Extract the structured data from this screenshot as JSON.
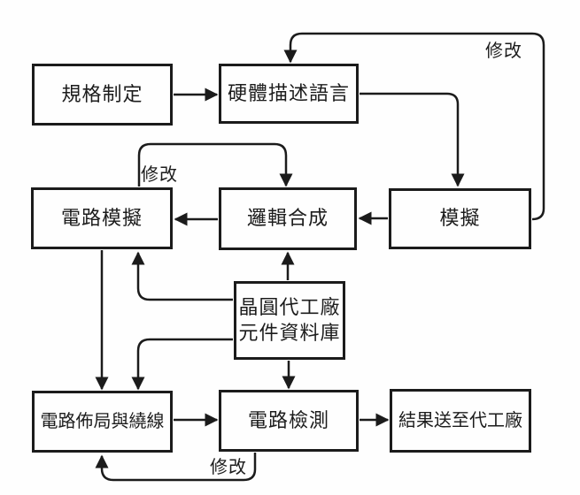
{
  "diagram": {
    "language": "zh-TW",
    "type": "flowchart"
  },
  "nodes": {
    "spec": {
      "label": "規格制定"
    },
    "hdl": {
      "label": "硬體描述語言"
    },
    "circuit_sim": {
      "label": "電路模擬"
    },
    "logic_synth": {
      "label": "邏輯合成"
    },
    "sim": {
      "label": "模擬"
    },
    "library": {
      "lines": [
        "晶圓代工廠",
        "元件資料庫"
      ]
    },
    "layout": {
      "label": "電路佈局與繞線"
    },
    "test": {
      "label": "電路檢測"
    },
    "result": {
      "label": "結果送至代工廠"
    }
  },
  "edges": [
    {
      "from": "spec",
      "to": "hdl",
      "label": ""
    },
    {
      "from": "hdl",
      "to": "sim",
      "label": ""
    },
    {
      "from": "sim",
      "to": "hdl",
      "label": "修改"
    },
    {
      "from": "circuit_sim",
      "to": "logic_synth",
      "label": "修改"
    },
    {
      "from": "logic_synth",
      "to": "circuit_sim",
      "label": ""
    },
    {
      "from": "sim",
      "to": "logic_synth",
      "label": ""
    },
    {
      "from": "library",
      "to": "logic_synth",
      "label": ""
    },
    {
      "from": "library",
      "to": "circuit_sim",
      "label": ""
    },
    {
      "from": "library",
      "to": "layout",
      "label": ""
    },
    {
      "from": "circuit_sim",
      "to": "layout",
      "label": ""
    },
    {
      "from": "library",
      "to": "test",
      "label": ""
    },
    {
      "from": "layout",
      "to": "test",
      "label": ""
    },
    {
      "from": "test",
      "to": "result",
      "label": ""
    },
    {
      "from": "test",
      "to": "layout",
      "label": "修改"
    }
  ],
  "colors": {
    "line": "#1b1b1b",
    "background": "#fefefe",
    "text": "#1c1c1c"
  }
}
